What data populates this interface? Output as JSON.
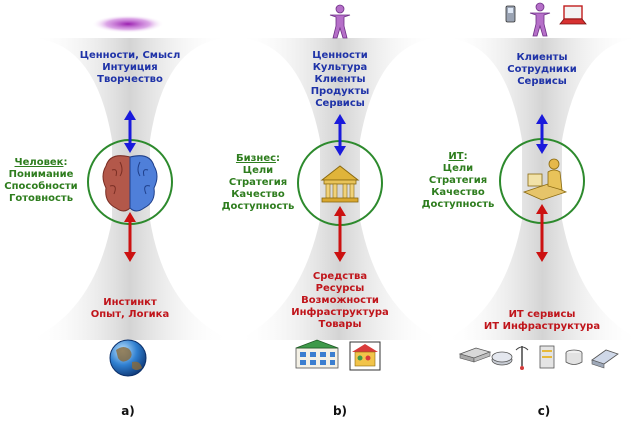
{
  "panels": [
    {
      "id": "a",
      "caption": "а)",
      "top_lines": [
        "Ценности, Смысл",
        "Интуиция",
        "Творчество"
      ],
      "side_title": "Человек",
      "side_colon": ":",
      "side_lines": [
        "Понимание",
        "Способности",
        "Готовность"
      ],
      "bottom_lines": [
        "Инстинкт",
        "Опыт, Логика"
      ]
    },
    {
      "id": "b",
      "caption": "b)",
      "top_lines": [
        "Ценности",
        "Культура",
        "Клиенты",
        "Продукты",
        "Сервисы"
      ],
      "side_title": "Бизнес",
      "side_colon": ":",
      "side_lines": [
        "Цели",
        "Стратегия",
        "Качество",
        "Доступность"
      ],
      "bottom_lines": [
        "Средства",
        "Ресурсы",
        "Возможности",
        "Инфраструктура",
        "Товары"
      ]
    },
    {
      "id": "c",
      "caption": "с)",
      "top_lines": [
        "Клиенты",
        "Сотрудники",
        "Сервисы"
      ],
      "side_title": "ИТ",
      "side_colon": ":",
      "side_lines": [
        "Цели",
        "Стратегия",
        "Качество",
        "Доступность"
      ],
      "bottom_lines": [
        "ИТ сервисы",
        "ИТ Инфраструктура"
      ]
    }
  ],
  "colors": {
    "blue_text": "#1f33a8",
    "green_text": "#2e7d1e",
    "red_text": "#c0151b",
    "up_arrow": "#1a1adc",
    "down_arrow": "#cc1111",
    "circle": "#2d8a2d",
    "funnel": "#d9d9d9"
  },
  "icons": {
    "panel_a_top": "purple-glow-icon",
    "panel_a_center": "brain-icon",
    "panel_a_bottom": "globe-icon",
    "panel_b_top": "person-icon",
    "panel_b_center": "bank-icon",
    "panel_b_bottom": [
      "building-icon",
      "shop-icon"
    ],
    "panel_c_top": [
      "phone-icon",
      "person-icon",
      "laptop-icon"
    ],
    "panel_c_center": "worker-at-desk-icon",
    "panel_c_bottom": [
      "switch-icon",
      "router-icon",
      "antenna-icon",
      "server-icon",
      "database-icon",
      "printer-icon"
    ]
  }
}
